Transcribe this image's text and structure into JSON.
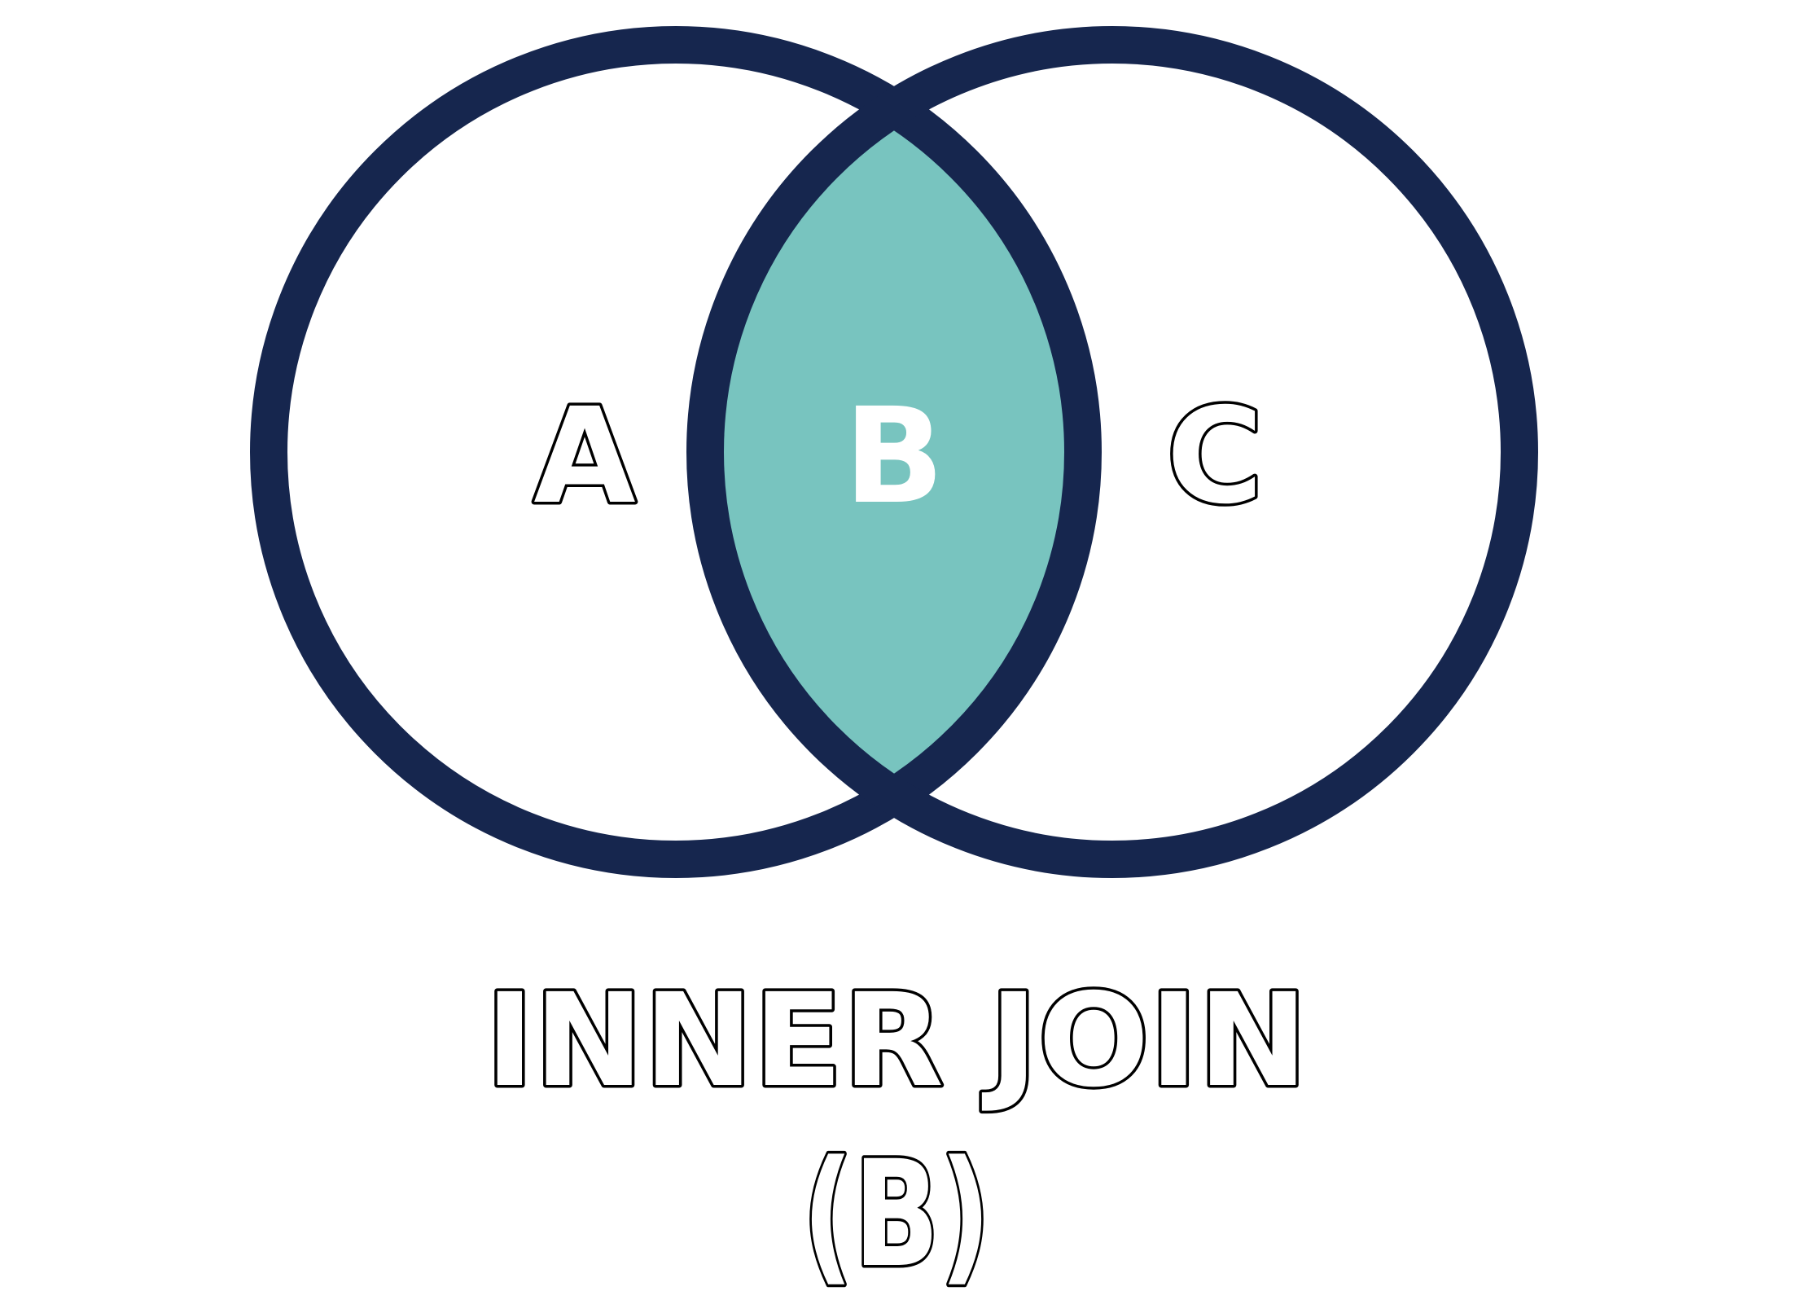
{
  "diagram": {
    "type": "venn",
    "sets": [
      {
        "label": "A",
        "highlighted": false
      },
      {
        "label": "C",
        "highlighted": false
      }
    ],
    "intersection": {
      "label": "B",
      "highlighted": true
    },
    "caption": {
      "line1": "INNER JOIN",
      "line2": "(B)"
    }
  },
  "colors": {
    "ring": "#16264e",
    "highlight": "#78c4bf",
    "background": "#ffffff",
    "text_outline": "#000000"
  }
}
